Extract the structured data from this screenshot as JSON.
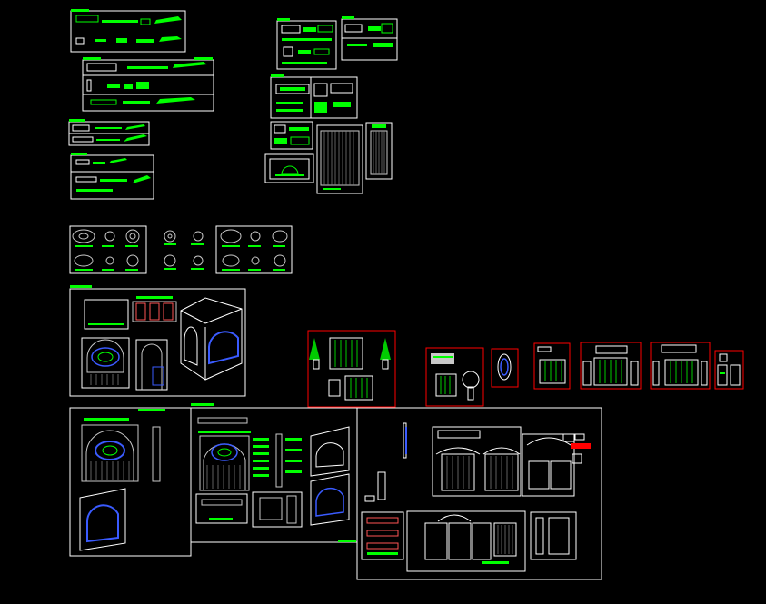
{
  "canvas": {
    "background": "#000000",
    "colors": {
      "frame": "#ffffff",
      "detail": "#00ff00",
      "highlight_frame": "#ff0000",
      "accent": "#3a5bff",
      "linework": "#c8c8c8"
    }
  },
  "sheets": [
    {
      "id": "section-strip-1"
    },
    {
      "id": "section-strip-2"
    },
    {
      "id": "section-strip-3"
    },
    {
      "id": "section-strip-4"
    },
    {
      "id": "profile-detail-1"
    },
    {
      "id": "profile-detail-2"
    },
    {
      "id": "profile-detail-3"
    },
    {
      "id": "profile-detail-4"
    },
    {
      "id": "panel-elevation"
    },
    {
      "id": "grille-elevation"
    },
    {
      "id": "column-section"
    },
    {
      "id": "rosette-plans-1"
    },
    {
      "id": "rosette-plans-2"
    },
    {
      "id": "rosette-plans-3"
    },
    {
      "id": "arch-doorway-sheet"
    },
    {
      "id": "arch-gate-elevation"
    },
    {
      "id": "arch-gate-construction"
    },
    {
      "id": "arched-gate-set"
    },
    {
      "id": "red-sheet-1"
    },
    {
      "id": "red-sheet-2"
    },
    {
      "id": "red-sheet-3"
    },
    {
      "id": "red-sheet-4"
    },
    {
      "id": "red-sheet-5"
    },
    {
      "id": "red-sheet-6"
    },
    {
      "id": "red-sheet-7"
    }
  ]
}
